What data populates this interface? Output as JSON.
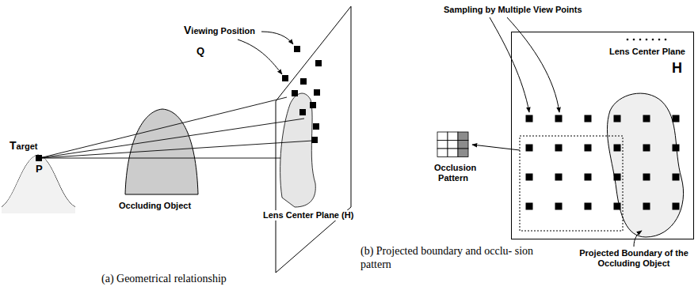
{
  "diagram": {
    "nodes": [
      {
        "text": [
          "Lens Center Plane",
          "H"
        ]
      },
      {
        "text": [
          "Occlusion Pattern"
        ]
      }
    ],
    "labels": [
      "Viewing Position",
      "Q",
      "Target",
      "P",
      "Occluding Object",
      "Lens Center Plane (H)",
      "(a) Geometrical relationship",
      "Sampling by Multiple View Points",
      "Projected Boundary of the Occluding Object",
      "(b) Projected boundary and occlu- sion pattern"
    ]
  }
}
